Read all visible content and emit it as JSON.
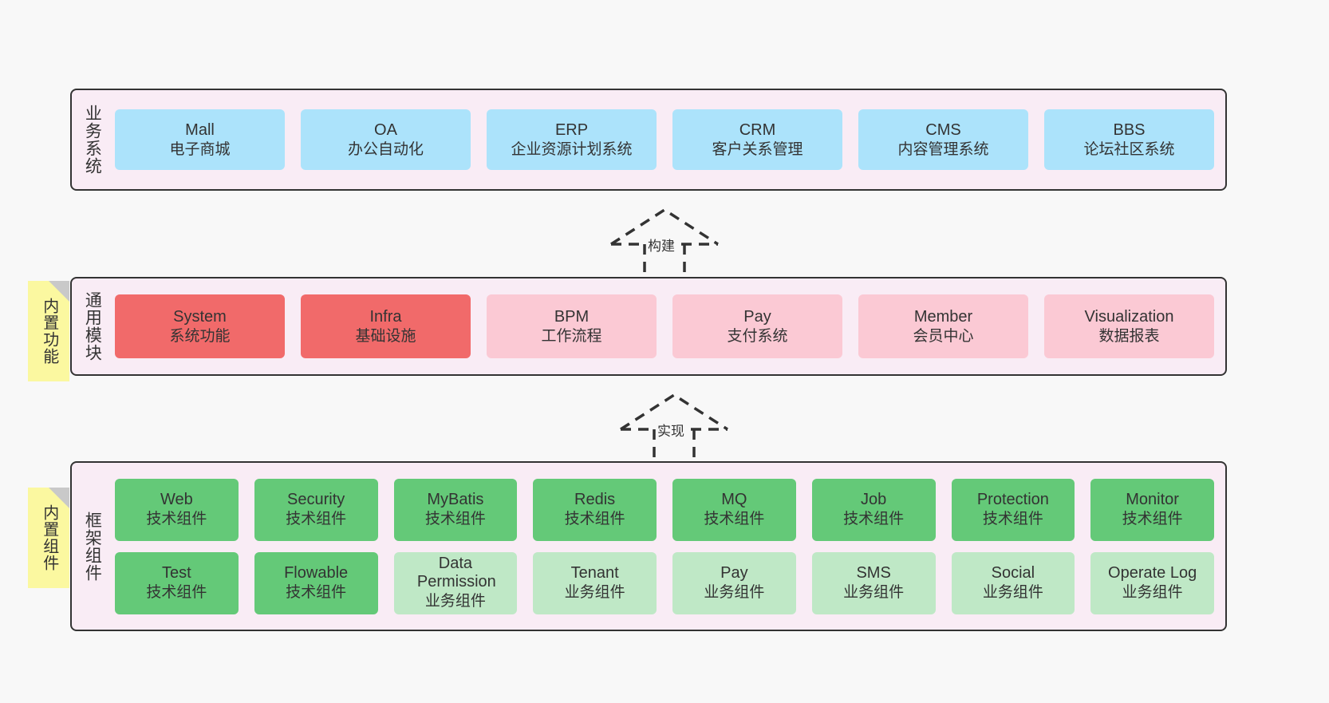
{
  "diagram": {
    "background_color": "#f8f8f8",
    "layer_fill": "#f9ecf5",
    "layer_border": "#333333",
    "note_color": "#fbf8a0"
  },
  "layers": [
    {
      "id": "business",
      "title": "业务系统",
      "card_color": "#ace3fb",
      "rows": [
        {
          "cards": [
            {
              "en": "Mall",
              "cn": "电子商城"
            },
            {
              "en": "OA",
              "cn": "办公自动化"
            },
            {
              "en": "ERP",
              "cn": "企业资源计划系统"
            },
            {
              "en": "CRM",
              "cn": "客户关系管理"
            },
            {
              "en": "CMS",
              "cn": "内容管理系统"
            },
            {
              "en": "BBS",
              "cn": "论坛社区系统"
            }
          ]
        }
      ]
    },
    {
      "id": "modules",
      "title": "通用模块",
      "note": "内置功能",
      "card_color_strong": "#f16a6a",
      "card_color_light": "#fbc9d4",
      "rows": [
        {
          "cards": [
            {
              "en": "System",
              "cn": "系统功能",
              "variant": "strong"
            },
            {
              "en": "Infra",
              "cn": "基础设施",
              "variant": "strong"
            },
            {
              "en": "BPM",
              "cn": "工作流程",
              "variant": "light"
            },
            {
              "en": "Pay",
              "cn": "支付系统",
              "variant": "light"
            },
            {
              "en": "Member",
              "cn": "会员中心",
              "variant": "light"
            },
            {
              "en": "Visualization",
              "cn": "数据报表",
              "variant": "light"
            }
          ]
        }
      ]
    },
    {
      "id": "framework",
      "title": "框架组件",
      "note": "内置组件",
      "card_color_strong": "#64c978",
      "card_color_light": "#bfe8c6",
      "rows": [
        {
          "cards": [
            {
              "en": "Web",
              "cn": "技术组件",
              "variant": "strong"
            },
            {
              "en": "Security",
              "cn": "技术组件",
              "variant": "strong"
            },
            {
              "en": "MyBatis",
              "cn": "技术组件",
              "variant": "strong"
            },
            {
              "en": "Redis",
              "cn": "技术组件",
              "variant": "strong"
            },
            {
              "en": "MQ",
              "cn": "技术组件",
              "variant": "strong"
            },
            {
              "en": "Job",
              "cn": "技术组件",
              "variant": "strong"
            },
            {
              "en": "Protection",
              "cn": "技术组件",
              "variant": "strong"
            },
            {
              "en": "Monitor",
              "cn": "技术组件",
              "variant": "strong"
            }
          ]
        },
        {
          "cards": [
            {
              "en": "Test",
              "cn": "技术组件",
              "variant": "strong"
            },
            {
              "en": "Flowable",
              "cn": "技术组件",
              "variant": "strong"
            },
            {
              "en": "Data Permission",
              "cn": "业务组件",
              "variant": "light"
            },
            {
              "en": "Tenant",
              "cn": "业务组件",
              "variant": "light"
            },
            {
              "en": "Pay",
              "cn": "业务组件",
              "variant": "light"
            },
            {
              "en": "SMS",
              "cn": "业务组件",
              "variant": "light"
            },
            {
              "en": "Social",
              "cn": "业务组件",
              "variant": "light"
            },
            {
              "en": "Operate Log",
              "cn": "业务组件",
              "variant": "light"
            }
          ]
        }
      ]
    }
  ],
  "connectors": [
    {
      "id": "build",
      "label": "构建"
    },
    {
      "id": "implement",
      "label": "实现"
    }
  ]
}
